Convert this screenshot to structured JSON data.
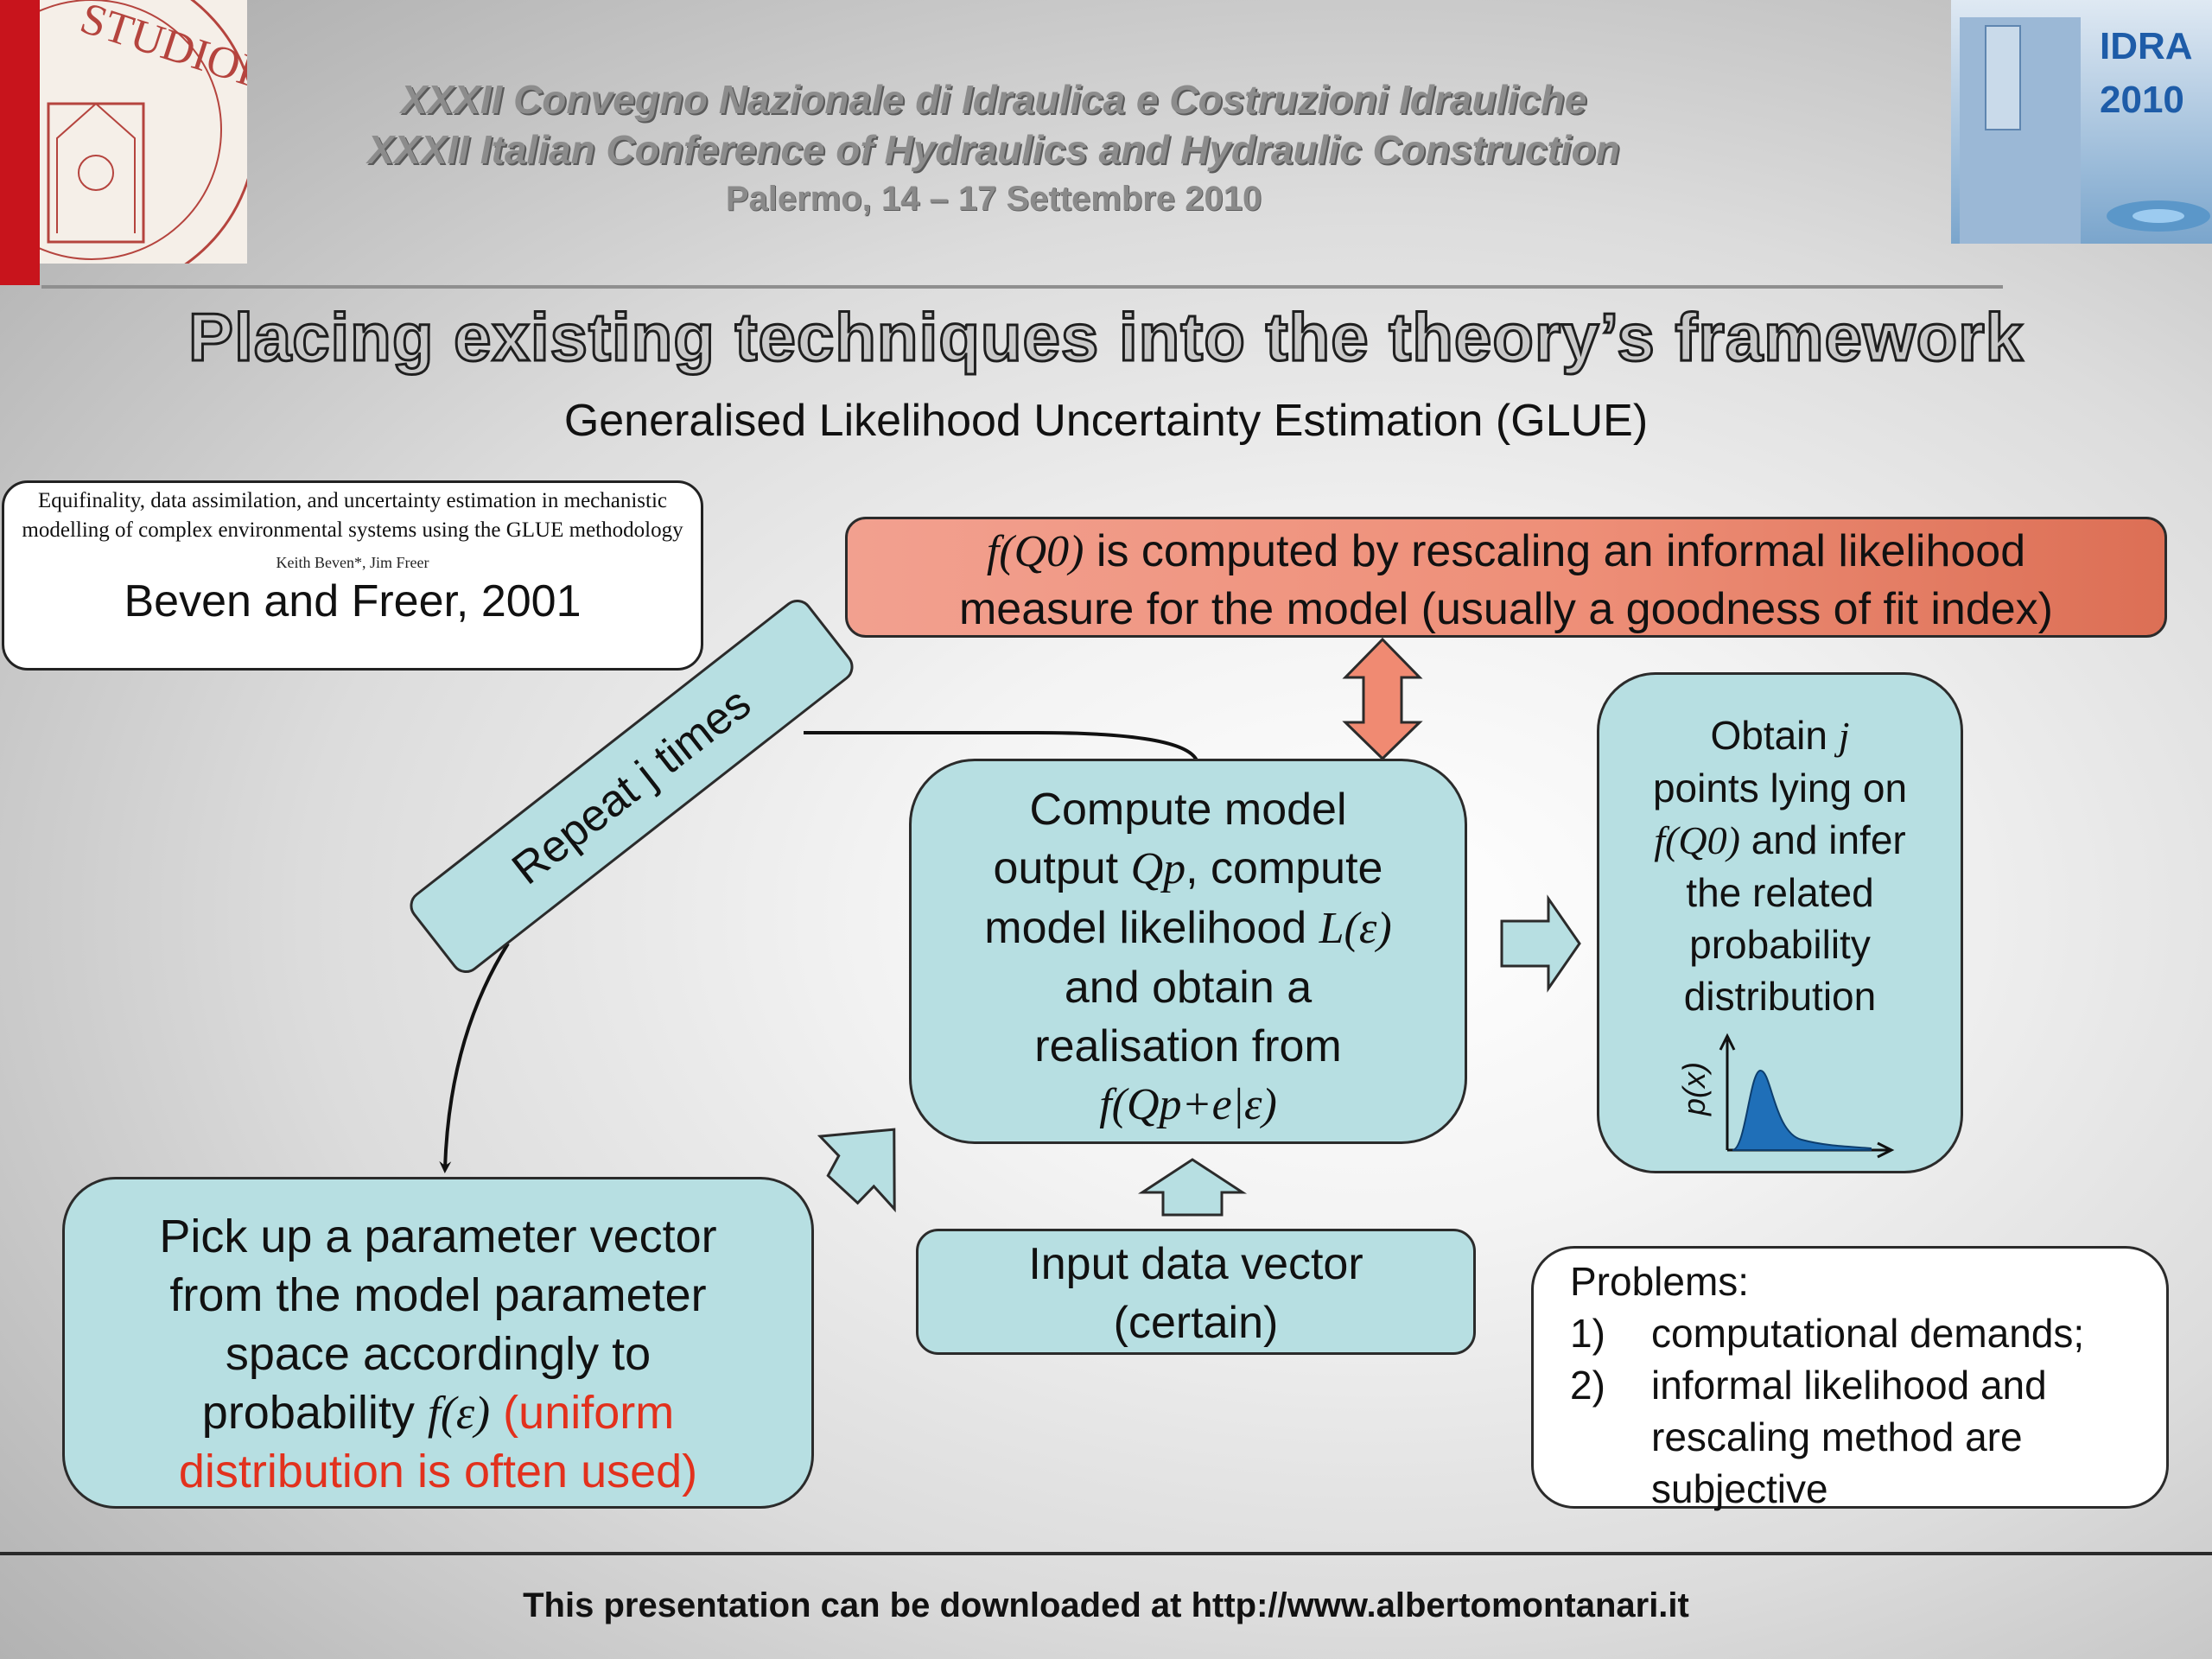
{
  "header": {
    "conference_it": "XXXII Convegno Nazionale di Idraulica e Costruzioni Idrauliche",
    "conference_en": "XXXII Italian Conference of Hydraulics and Hydraulic Construction",
    "place_date": "Palermo,  14 – 17 Settembre 2010",
    "logo_right": {
      "line1": "IDRA",
      "line2": "2010"
    },
    "logo_left_text": "STUDIORUM"
  },
  "title": "Placing existing techniques into the theory’s framework",
  "subtitle": "Generalised Likelihood Uncertainty Estimation (GLUE)",
  "reference": {
    "paper_title": "Equifinality, data assimilation, and uncertainty estimation in mechanistic modelling of complex environmental systems using the GLUE methodology",
    "authors": "Keith Beven*, Jim Freer",
    "citation": "Beven and Freer, 2001"
  },
  "boxes": {
    "likelihood": {
      "math": "f(Q0)",
      "line1": " is computed by rescaling an informal likelihood",
      "line2": "measure for the model (usually a goodness of fit index)"
    },
    "repeat": "Repeat j times",
    "compute": {
      "l1": "Compute model",
      "l2a": "output ",
      "l2m": "Qp",
      "l2b": ", compute",
      "l3a": "model likelihood ",
      "l3m": "L(ε)",
      "l4": "and obtain a",
      "l5": "realisation from",
      "l6m": "f(Qp+e|ε)"
    },
    "obtain": {
      "l1a": "Obtain ",
      "l1m": "j",
      "l2": "points lying on",
      "l3m": "f(Q0)",
      "l3b": " and infer",
      "l4": "the related",
      "l5": "probability",
      "l6": "distribution",
      "plot_ylabel": "p(x)"
    },
    "pick": {
      "l1": "Pick up a parameter vector",
      "l2": "from the model parameter",
      "l3": "space accordingly to",
      "l4a": "probability ",
      "l4m": "f(ε)",
      "l4r": "  (uniform",
      "l5r": "distribution is often used)"
    },
    "input": {
      "l1": "Input data vector",
      "l2": "(certain)"
    },
    "problems": {
      "heading": "Problems:",
      "items": [
        {
          "num": "1)",
          "text": "computational demands;"
        },
        {
          "num": "2)",
          "text": "informal likelihood and rescaling method are subjective"
        }
      ]
    }
  },
  "colors": {
    "teal_fill": "#b7dfe2",
    "salmon_fill": "#ee8f78",
    "highlight_red": "#e2311d",
    "curve_blue": "#1f6fb8"
  },
  "footer": "This presentation can be downloaded at http://www.albertomontanari.it"
}
